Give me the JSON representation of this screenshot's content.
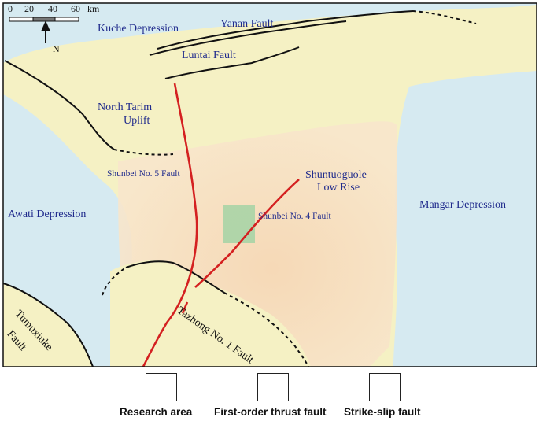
{
  "map": {
    "scale_ticks": [
      "0",
      "20",
      "40",
      "60"
    ],
    "scale_unit": "km",
    "north_label": "N",
    "labels": {
      "kuche": "Kuche Depression",
      "yanan": "Yanan Fault",
      "luntai": "Luntai Fault",
      "north_tarim_1": "North Tarim",
      "north_tarim_2": "Uplift",
      "shunbei5": "Shunbei No. 5 Fault",
      "shuntuoguole_1": "Shuntuoguole",
      "shuntuoguole_2": "Low Rise",
      "shunbei4": "Shunbei No. 4 Fault",
      "awati": "Awati Depression",
      "mangar": "Mangar Depression",
      "tazhong": "Tazhong No. 1 Fault",
      "tumuxiuke_1": "Tumuxiuke",
      "tumuxiuke_2": "Fault"
    },
    "colors": {
      "depression": "#d6eaf1",
      "uplift": "#f5f1c4",
      "low_rise": "#f6dcc0",
      "research_area": "#a8d4a6",
      "strike_slip": "#d42020",
      "thrust": "#111111",
      "label": "#1f2a8c"
    }
  },
  "legend": {
    "research_area": "Research area",
    "thrust_fault": "First-order thrust fault",
    "strike_slip_fault": "Strike-slip fault"
  }
}
